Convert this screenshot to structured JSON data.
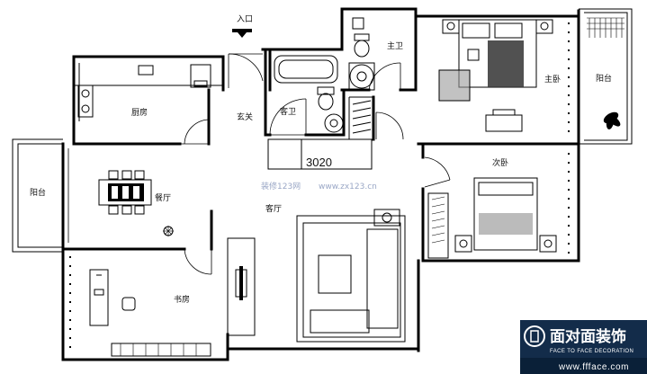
{
  "labels": {
    "entrance": "入口",
    "kitchen": "厨房",
    "foyer": "玄关",
    "guest_bath": "客卫",
    "master_bath": "主卫",
    "master_bedroom": "主卧",
    "balcony_right": "阳台",
    "balcony_left": "阳台",
    "dining": "餐厅",
    "living": "客厅",
    "second_bedroom": "次卧",
    "study": "书房"
  },
  "dimension": "3020",
  "watermark": {
    "site_cn": "装修123网",
    "site_url": "www.zx123.cn"
  },
  "logo": {
    "name_cn": "面对面装饰",
    "name_en": "FACE TO FACE DECORATION",
    "url": "www.ffface.com"
  },
  "colors": {
    "line": "#000000",
    "watermark": "#9aa7c6",
    "logo_bg": "#0a2038"
  }
}
